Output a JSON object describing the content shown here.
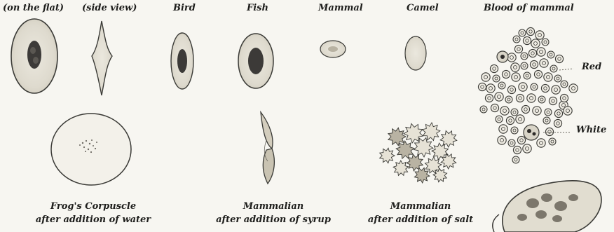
{
  "labels": {
    "on_flat": "(on the flat)",
    "side_view": "(side view)",
    "bird": "Bird",
    "fish": "Fish",
    "mammal": "Mammal",
    "camel": "Camel",
    "blood_of_mammal": "Blood of mammal",
    "red": "Red",
    "white": "White"
  },
  "captions": {
    "frog": {
      "line1": "Frog's Corpuscle",
      "line2": "after addition of water"
    },
    "syrup": {
      "line1": "Mammalian",
      "line2": "after addition of syrup"
    },
    "salt": {
      "line1": "Mammalian",
      "line2": "after addition of salt"
    }
  },
  "colors": {
    "cell_fill": "#e3dfd3",
    "cell_stroke": "#3a3a36",
    "nucleus": "#3c3a38",
    "paper": "#f7f6f1"
  }
}
